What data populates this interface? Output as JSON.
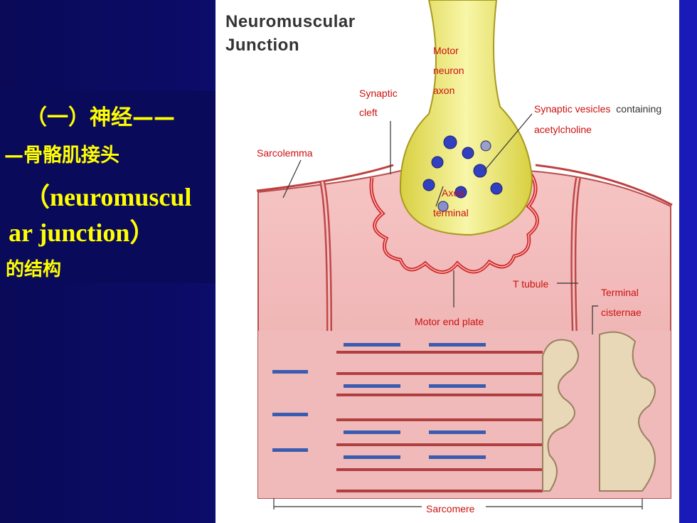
{
  "slide": {
    "title_lines": [
      "（一）神经——",
      "—骨骼肌接头",
      "（neuromuscul",
      "ar junction）",
      "的结构"
    ]
  },
  "figure": {
    "title_lines": [
      "Neuromuscular",
      "Junction"
    ],
    "labels": {
      "motor_neuron_axon": [
        "Motor",
        "neuron",
        "axon"
      ],
      "synaptic_cleft": [
        "Synaptic",
        "cleft"
      ],
      "synaptic_vesicles": [
        "Synaptic vesicles",
        "containing",
        "acetylcholine"
      ],
      "sarcolemma": "Sarcolemma",
      "axon_terminal": [
        "Axon",
        "terminal"
      ],
      "t_tubule": "T tubule",
      "terminal_cisternae": [
        "Terminal",
        "cisternae"
      ],
      "motor_end_plate": "Motor end plate",
      "sarcomere": "Sarcomere"
    },
    "colors": {
      "label_red": "#cc1111",
      "axon_yellow": "#f2ee7a",
      "muscle_pink": "#f2b6b6",
      "membrane_red": "#d83030"
    }
  }
}
